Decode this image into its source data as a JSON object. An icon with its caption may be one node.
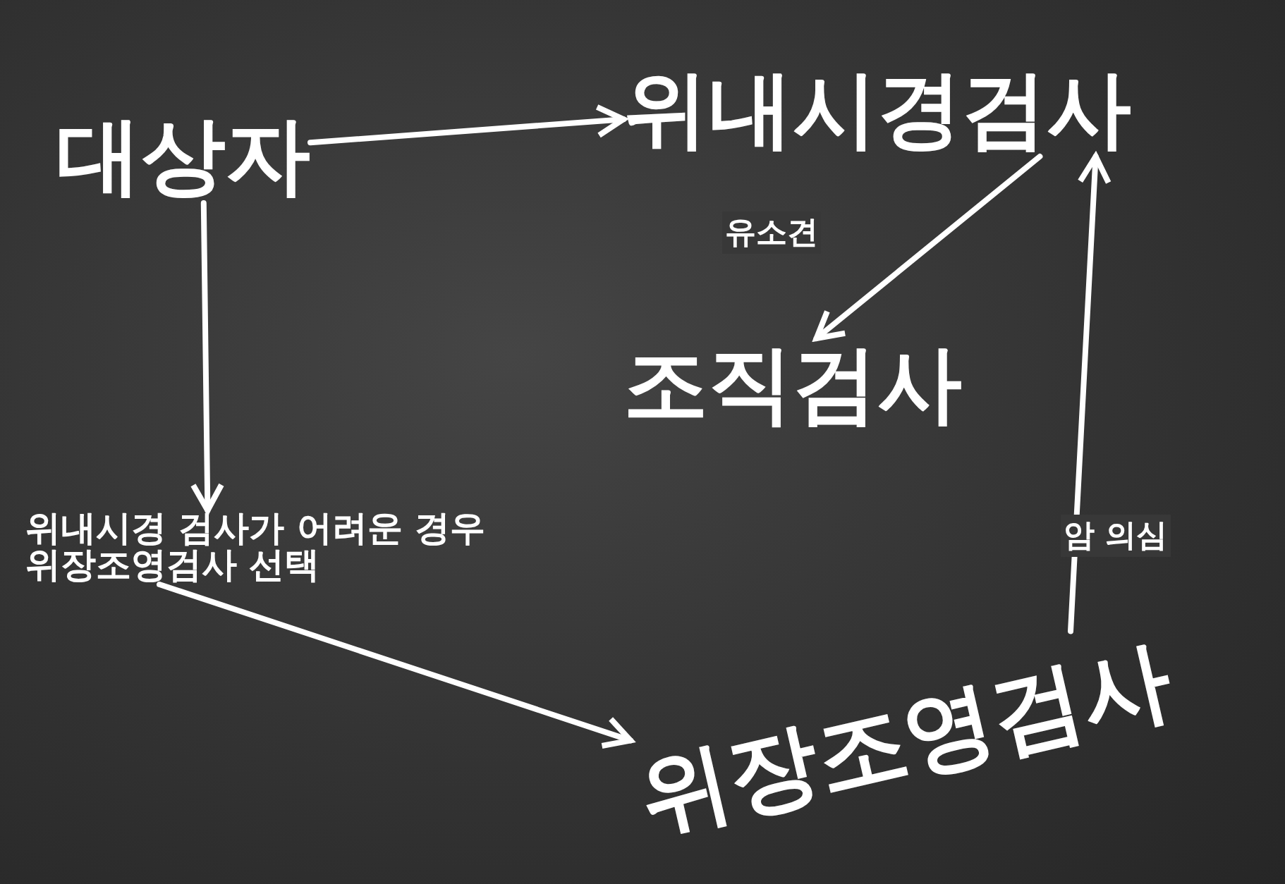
{
  "diagram": {
    "nodes": [
      {
        "text": [
          "대상자"
        ]
      },
      {
        "text": [
          "위내시경검사"
        ]
      },
      {
        "text": [
          "조직검사"
        ]
      },
      {
        "text": [
          "위내시경 검사가 어려운 경우 위장조영검사 선택"
        ]
      },
      {
        "text": [
          "위장조영검사"
        ]
      }
    ],
    "edges": [
      {
        "from": 0,
        "to": 1,
        "arrow": "to"
      },
      {
        "from": 1,
        "to": 2,
        "arrow": "to",
        "label": "유소견"
      },
      {
        "from": 0,
        "to": 3,
        "arrow": "to"
      },
      {
        "from": 3,
        "to": 4,
        "arrow": "to"
      },
      {
        "from": 4,
        "to": 1,
        "arrow": "to",
        "label": "암 의심"
      }
    ]
  }
}
